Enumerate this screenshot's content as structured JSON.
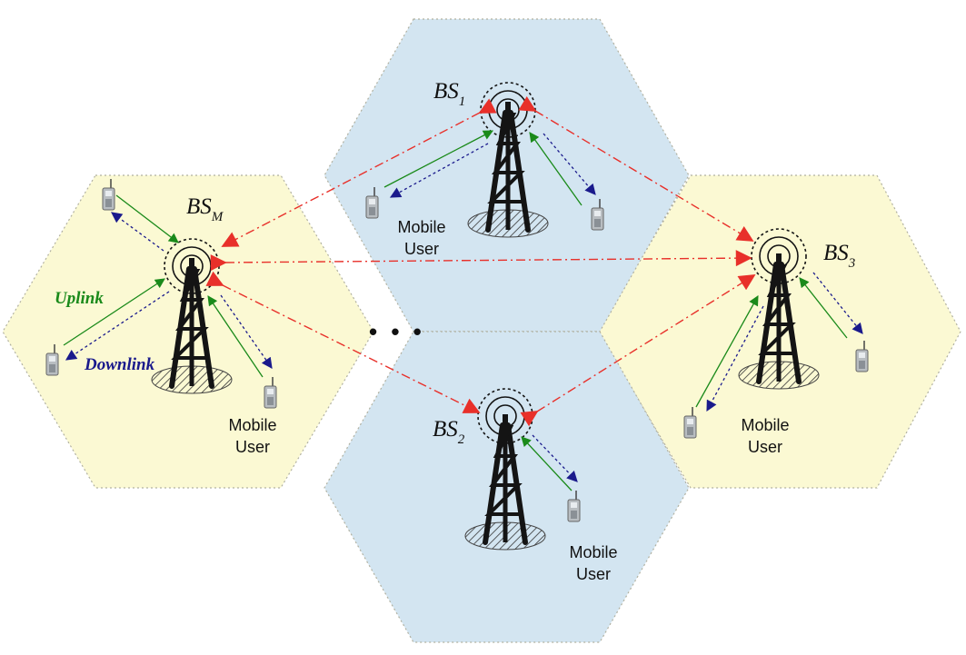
{
  "base_stations": [
    {
      "id": "BS_M",
      "name": "BS",
      "subscript": "M"
    },
    {
      "id": "BS_1",
      "name": "BS",
      "subscript": "1"
    },
    {
      "id": "BS_2",
      "name": "BS",
      "subscript": "2"
    },
    {
      "id": "BS_3",
      "name": "BS",
      "subscript": "3"
    }
  ],
  "mobile_user": {
    "line1": "Mobile",
    "line2": "User"
  },
  "legend": {
    "uplink": "Uplink",
    "downlink": "Downlink"
  },
  "ellipsis": "• • •",
  "colors": {
    "cell_yellow": "#fbf9d3",
    "cell_blue": "#d3e5f1",
    "uplink": "#1a8a1a",
    "downlink": "#1a1a8c",
    "interference": "#e8302a",
    "tower": "#141414"
  },
  "icons": [
    "antenna-tower-icon",
    "radio-wave-rings-icon",
    "mobile-phone-icon"
  ]
}
